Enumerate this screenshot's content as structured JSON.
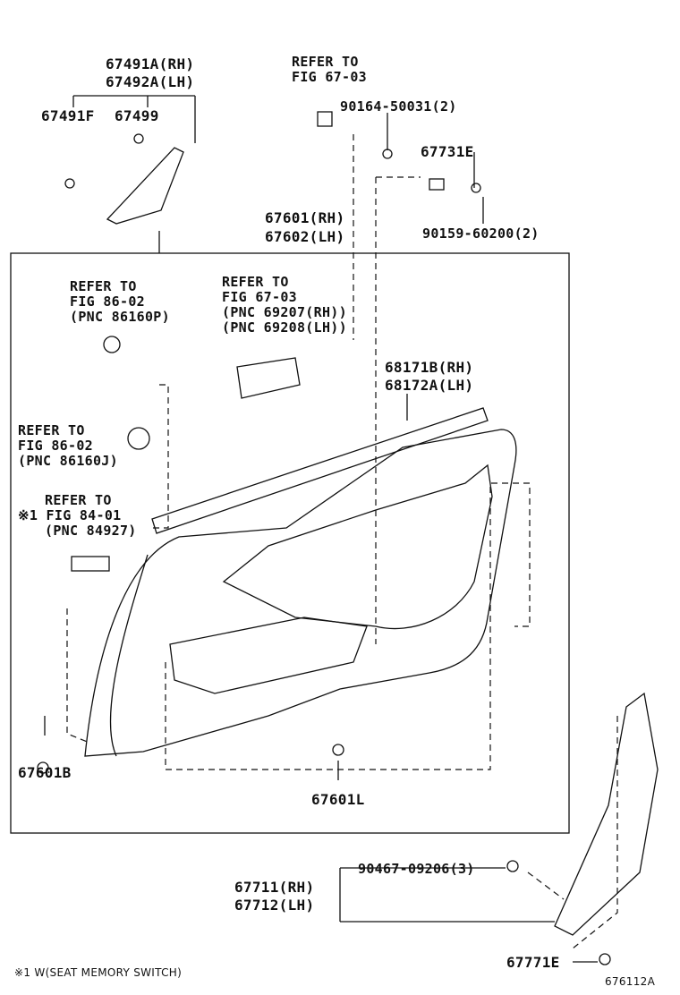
{
  "labels": {
    "p67491a": "67491A(RH)",
    "p67492a": "67492A(LH)",
    "p67491f": "67491F",
    "p67499": "67499",
    "refer_to": "REFER TO",
    "fig_67_03": "FIG 67-03",
    "fig_86_02": "FIG 86-02",
    "fig_84_01": "※1 FIG 84-01",
    "p90164": "90164-50031(2)",
    "p67731e": "67731E",
    "p90159": "90159-60200(2)",
    "p67601": "67601(RH)",
    "p67602": "67602(LH)",
    "pnc_86160p": "(PNC 86160P)",
    "pnc_69207": "(PNC 69207(RH))",
    "pnc_69208": "(PNC 69208(LH))",
    "p68171b": "68171B(RH)",
    "p68172a": "68172A(LH)",
    "pnc_86160j": "(PNC 86160J)",
    "pnc_84927": "(PNC 84927)",
    "p67601b": "67601B",
    "p67601l": "67601L",
    "p90467": "90467-09206(3)",
    "p67711": "67711(RH)",
    "p67712": "67712(LH)",
    "p67771e": "67771E"
  },
  "footnote": "※1 W(SEAT MEMORY SWITCH)",
  "figure_id": "676112A"
}
